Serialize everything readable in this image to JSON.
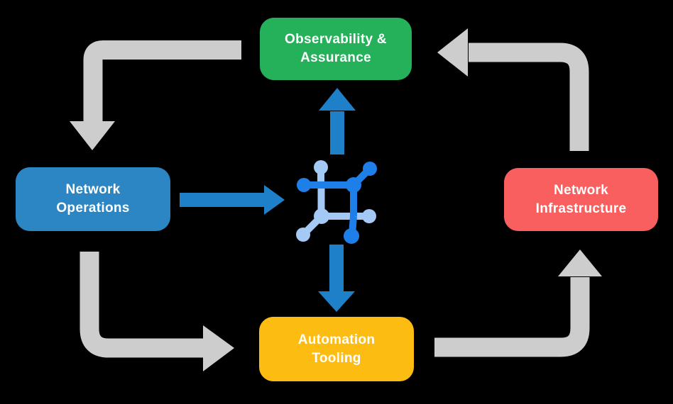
{
  "diagram": {
    "background": "#000000",
    "text_color": "#FFFFFF",
    "arrow_gray": "#CDCDCD",
    "arrow_blue": "#1E80C9",
    "icon_dark_blue": "#1F7FE8",
    "icon_light_blue": "#A4C9F4",
    "nodes": {
      "observability": {
        "line1": "Observability &",
        "line2": "Assurance",
        "color": "#24B15A"
      },
      "operations": {
        "line1": "Network",
        "line2": "Operations",
        "color": "#2C86C3"
      },
      "infrastructure": {
        "line1": "Network",
        "line2": "Infrastructure",
        "color": "#F95F5F"
      },
      "automation": {
        "line1": "Automation",
        "line2": "Tooling",
        "color": "#FDBC12"
      }
    },
    "flows": [
      {
        "from": "Observability & Assurance",
        "to": "Network Operations",
        "style": "gray-cycle"
      },
      {
        "from": "Network Operations",
        "to": "Automation Tooling",
        "style": "gray-cycle"
      },
      {
        "from": "Automation Tooling",
        "to": "Network Infrastructure",
        "style": "gray-cycle"
      },
      {
        "from": "Network Infrastructure",
        "to": "Observability & Assurance",
        "style": "gray-cycle"
      },
      {
        "from": "Network Operations",
        "to": "center-icon",
        "style": "blue"
      },
      {
        "from": "center-icon",
        "to": "Observability & Assurance",
        "style": "blue"
      },
      {
        "from": "center-icon",
        "to": "Automation Tooling",
        "style": "blue"
      }
    ]
  }
}
